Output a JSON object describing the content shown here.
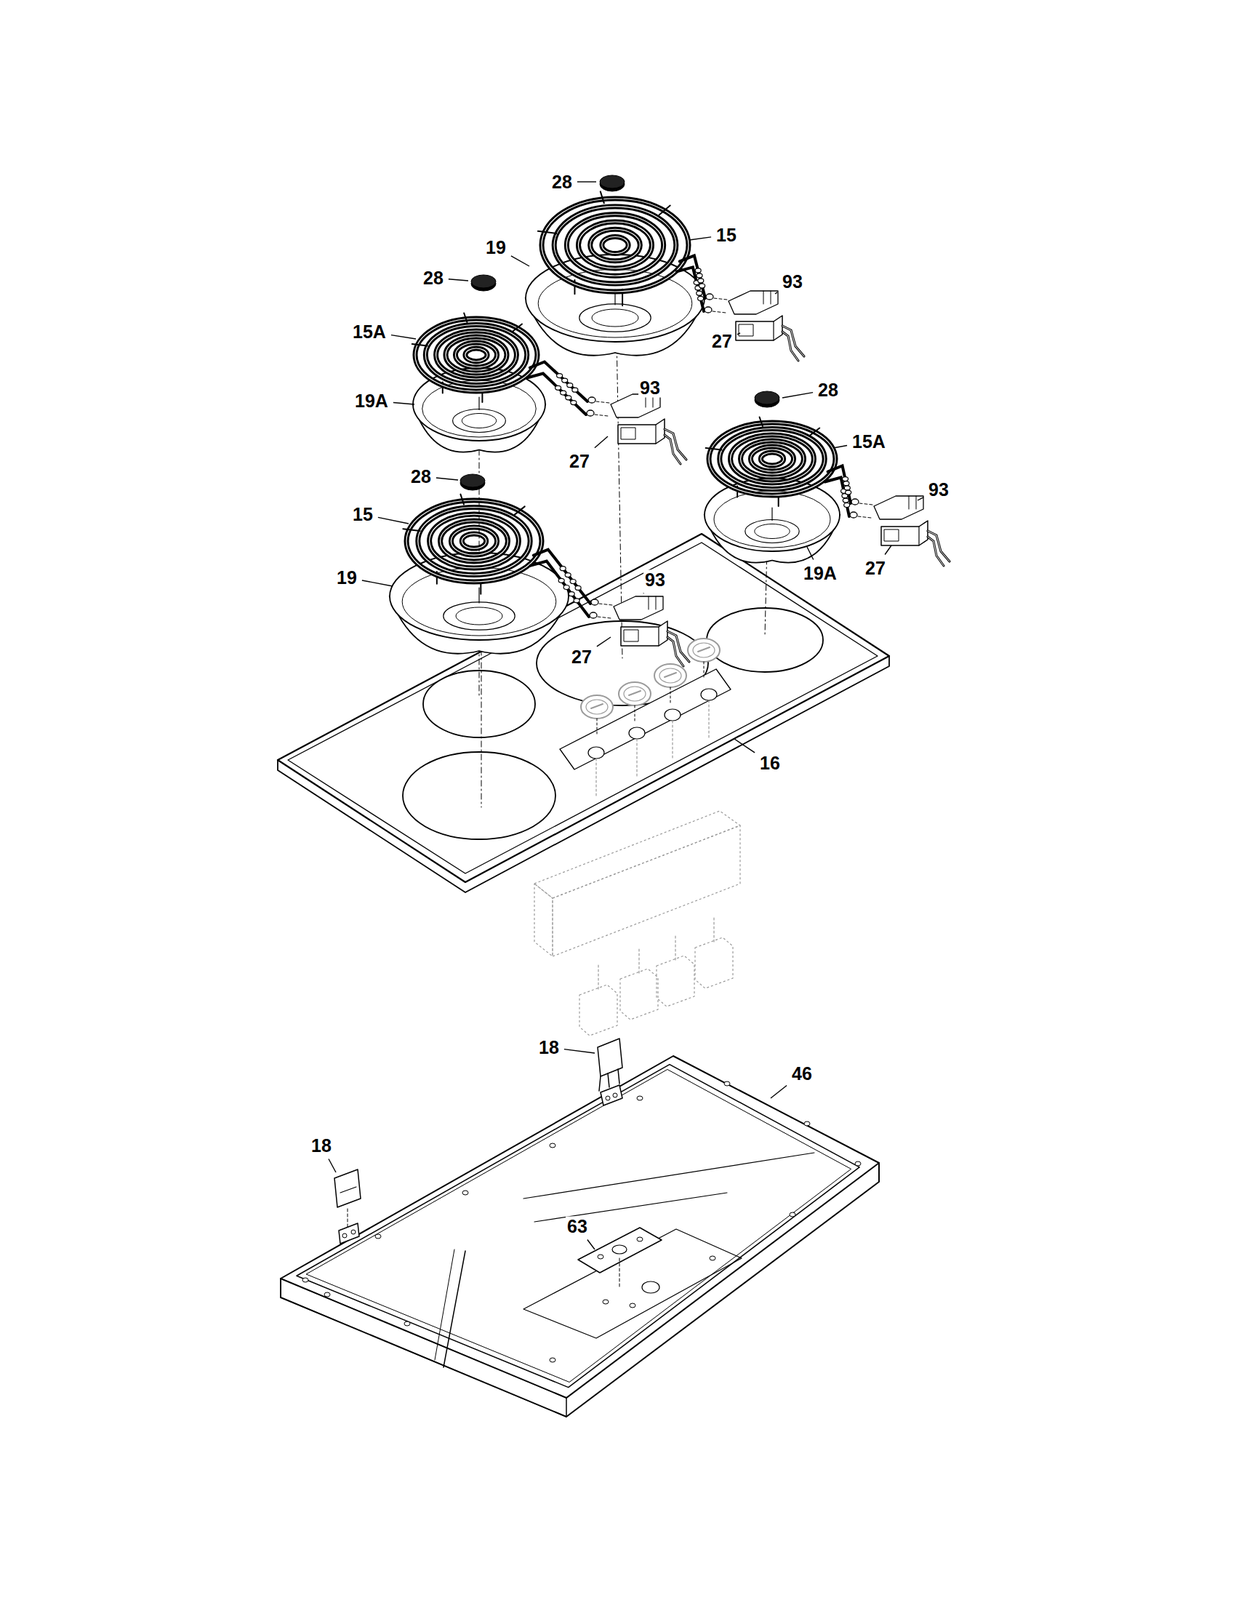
{
  "diagram": {
    "labels": [
      "28",
      "15",
      "19",
      "28",
      "93",
      "27",
      "15A",
      "19A",
      "93",
      "27",
      "28",
      "15A",
      "93",
      "19A",
      "27",
      "28",
      "15",
      "19",
      "93",
      "27",
      "16",
      "18",
      "46",
      "18",
      "63"
    ]
  }
}
